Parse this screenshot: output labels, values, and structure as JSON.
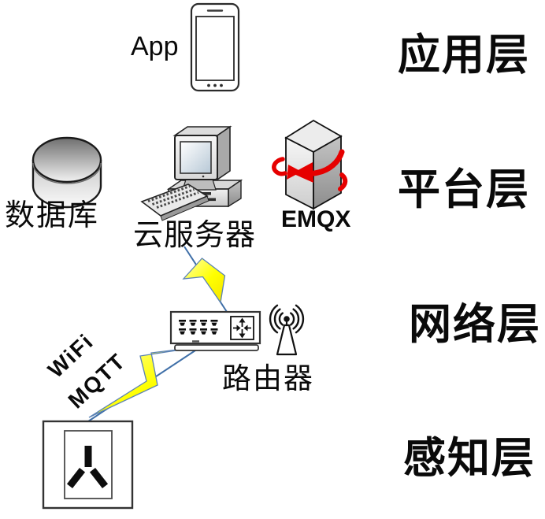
{
  "layers": {
    "application": "应用层",
    "platform": "平台层",
    "network": "网络层",
    "perception": "感知层"
  },
  "nodes": {
    "app": "App",
    "database": "数据库",
    "cloud_server": "云服务器",
    "emqx": "EMQX",
    "router": "路由器"
  },
  "link_labels": {
    "wifi": "WiFi",
    "mqtt": "MQTT"
  },
  "icons": [
    "smartphone-icon",
    "database-cylinder-icon",
    "desktop-computer-icon",
    "emqx-sync-server-icon",
    "router-icon",
    "wireless-antenna-icon",
    "power-socket-icon",
    "lightning-bolt-icon"
  ],
  "colors": {
    "background": "#ffffff",
    "outline": "#1a1a1a",
    "text": "#0a0a0a",
    "lightning_fill": "#ffff00",
    "lightning_edge": "#5b82b4",
    "link_line": "#3f6fa8",
    "emqx_arrow": "#e60000"
  }
}
